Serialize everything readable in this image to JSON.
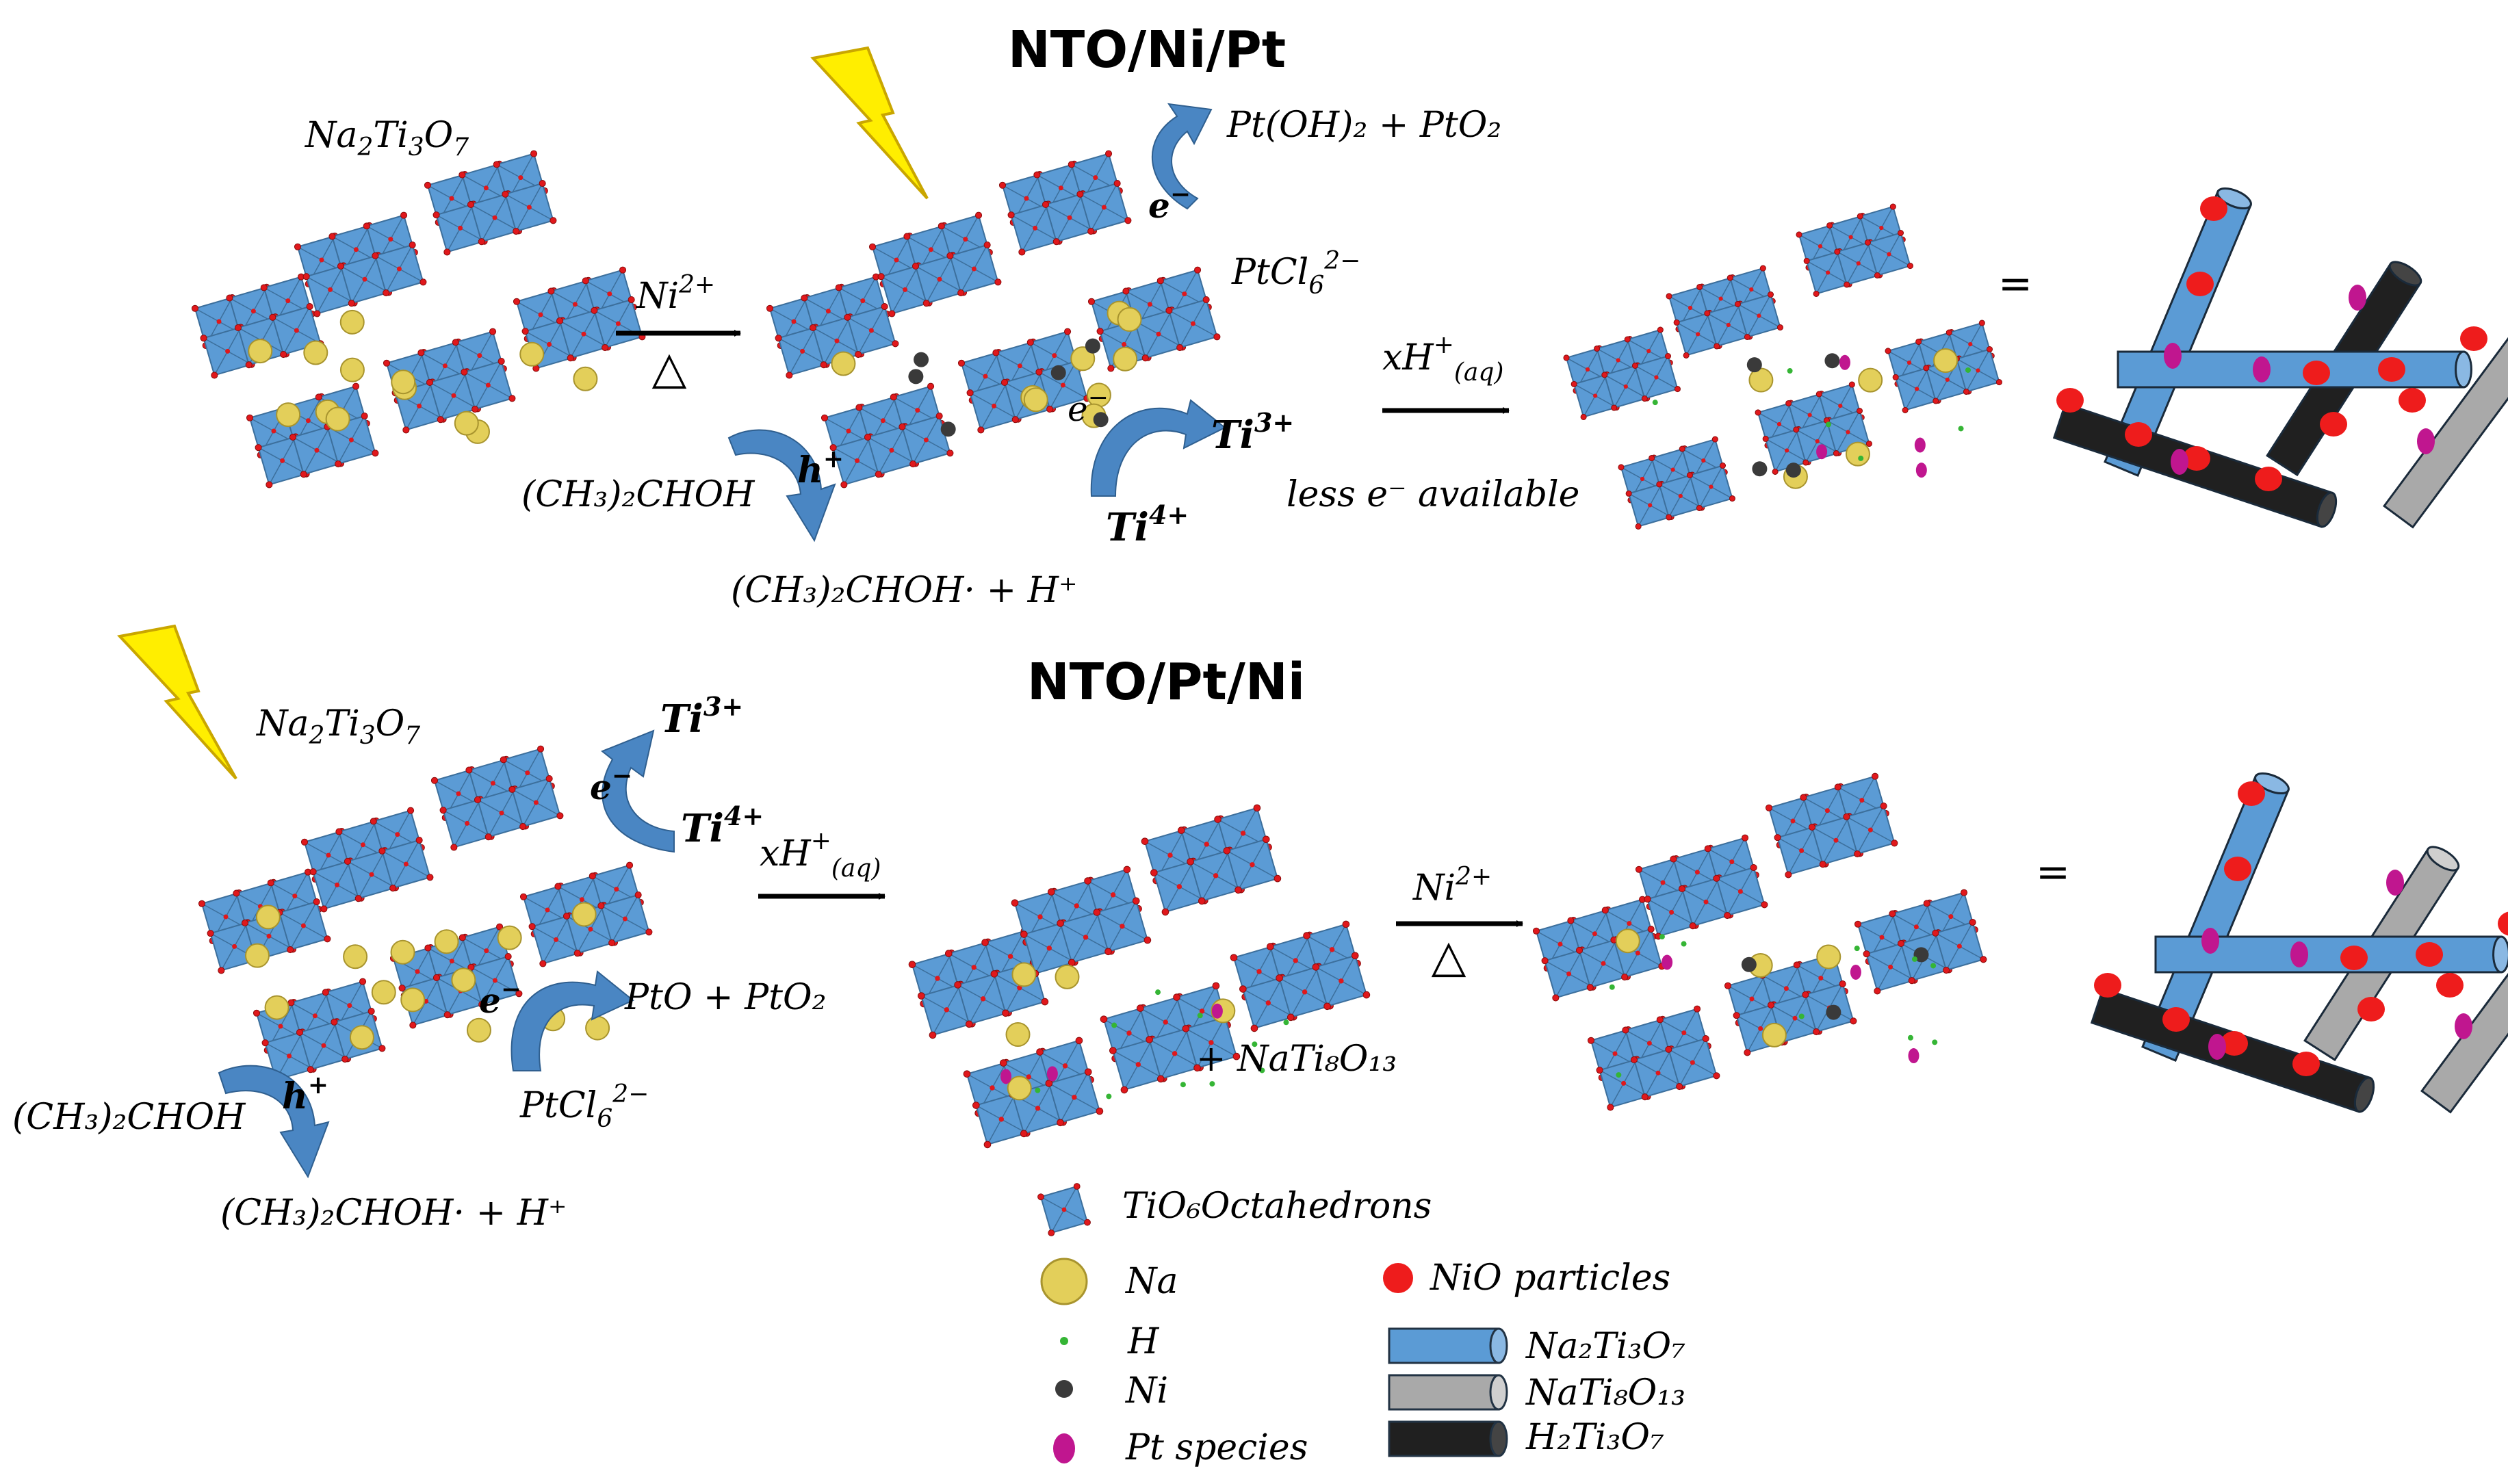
{
  "titles": {
    "top": "NTO/Ni/Pt",
    "bottom": "NTO/Pt/Ni"
  },
  "top": {
    "material": {
      "base": "Na",
      "sub1": "2",
      "mid": "Ti",
      "sub2": "3",
      "end": "O",
      "sub3": "7"
    },
    "ni_reagent": {
      "base": "Ni",
      "sup": "2+"
    },
    "heat_symbol": "△",
    "pt_products": "Pt(OH)₂ + PtO₂",
    "electron": {
      "base": "e",
      "sup": "−"
    },
    "ptcl": {
      "base": "PtCl",
      "sub": "6",
      "sup": "2−"
    },
    "hole": {
      "base": "h",
      "sup": "+"
    },
    "isopropanol": "(CH₃)₂CHOH",
    "radical": "(CH₃)₂CHOH· + H⁺",
    "ti3": {
      "base": "Ti",
      "sup": "3+"
    },
    "ti4": {
      "base": "Ti",
      "sup": "4+"
    },
    "acid": {
      "base": "xH",
      "sup": "+",
      "sub": "(aq)"
    },
    "less_electrons": "less e⁻ available",
    "equals": "="
  },
  "bottom": {
    "material": {
      "base": "Na",
      "sub1": "2",
      "mid": "Ti",
      "sub2": "3",
      "end": "O",
      "sub3": "7"
    },
    "ti3": {
      "base": "Ti",
      "sup": "3+"
    },
    "ti4": {
      "base": "Ti",
      "sup": "4+"
    },
    "electron": {
      "base": "e",
      "sup": "−"
    },
    "acid": {
      "base": "xH",
      "sup": "+",
      "sub": "(aq)"
    },
    "pt_products": "PtO + PtO₂",
    "ptcl": {
      "base": "PtCl",
      "sub": "6",
      "sup": "2−"
    },
    "hole": {
      "base": "h",
      "sup": "+"
    },
    "isopropanol": "(CH₃)₂CHOH",
    "radical": "(CH₃)₂CHOH· + H⁺",
    "byproduct": "+ NaTi₈O₁₃",
    "ni_reagent": {
      "base": "Ni",
      "sup": "2+"
    },
    "heat_symbol": "△",
    "equals": "="
  },
  "legend": {
    "octahedron": "TiO₆Octahedrons",
    "na": "Na",
    "h": "H",
    "ni": "Ni",
    "pt": "Pt species",
    "nio": "NiO particles",
    "rod_nto": "Na₂Ti₃O₇",
    "rod_nati": "NaTi₈O₁₃",
    "rod_hto": "H₂Ti₃O₇"
  },
  "colors": {
    "octa": "#5b9bd5",
    "octa_edge": "#3c6f9c",
    "oxygen": "#e0181c",
    "na": "#e3cf5a",
    "ni": "#3a3a3a",
    "h": "#35b535",
    "pt": "#c0168f",
    "nio": "#ee1c1c",
    "rod_blue": "#5b9bd5",
    "rod_grey": "#a9a9a9",
    "rod_black": "#202020",
    "bolt": "#ffee00",
    "bolt_edge": "#c9a600",
    "curl": "#4a86c3"
  }
}
